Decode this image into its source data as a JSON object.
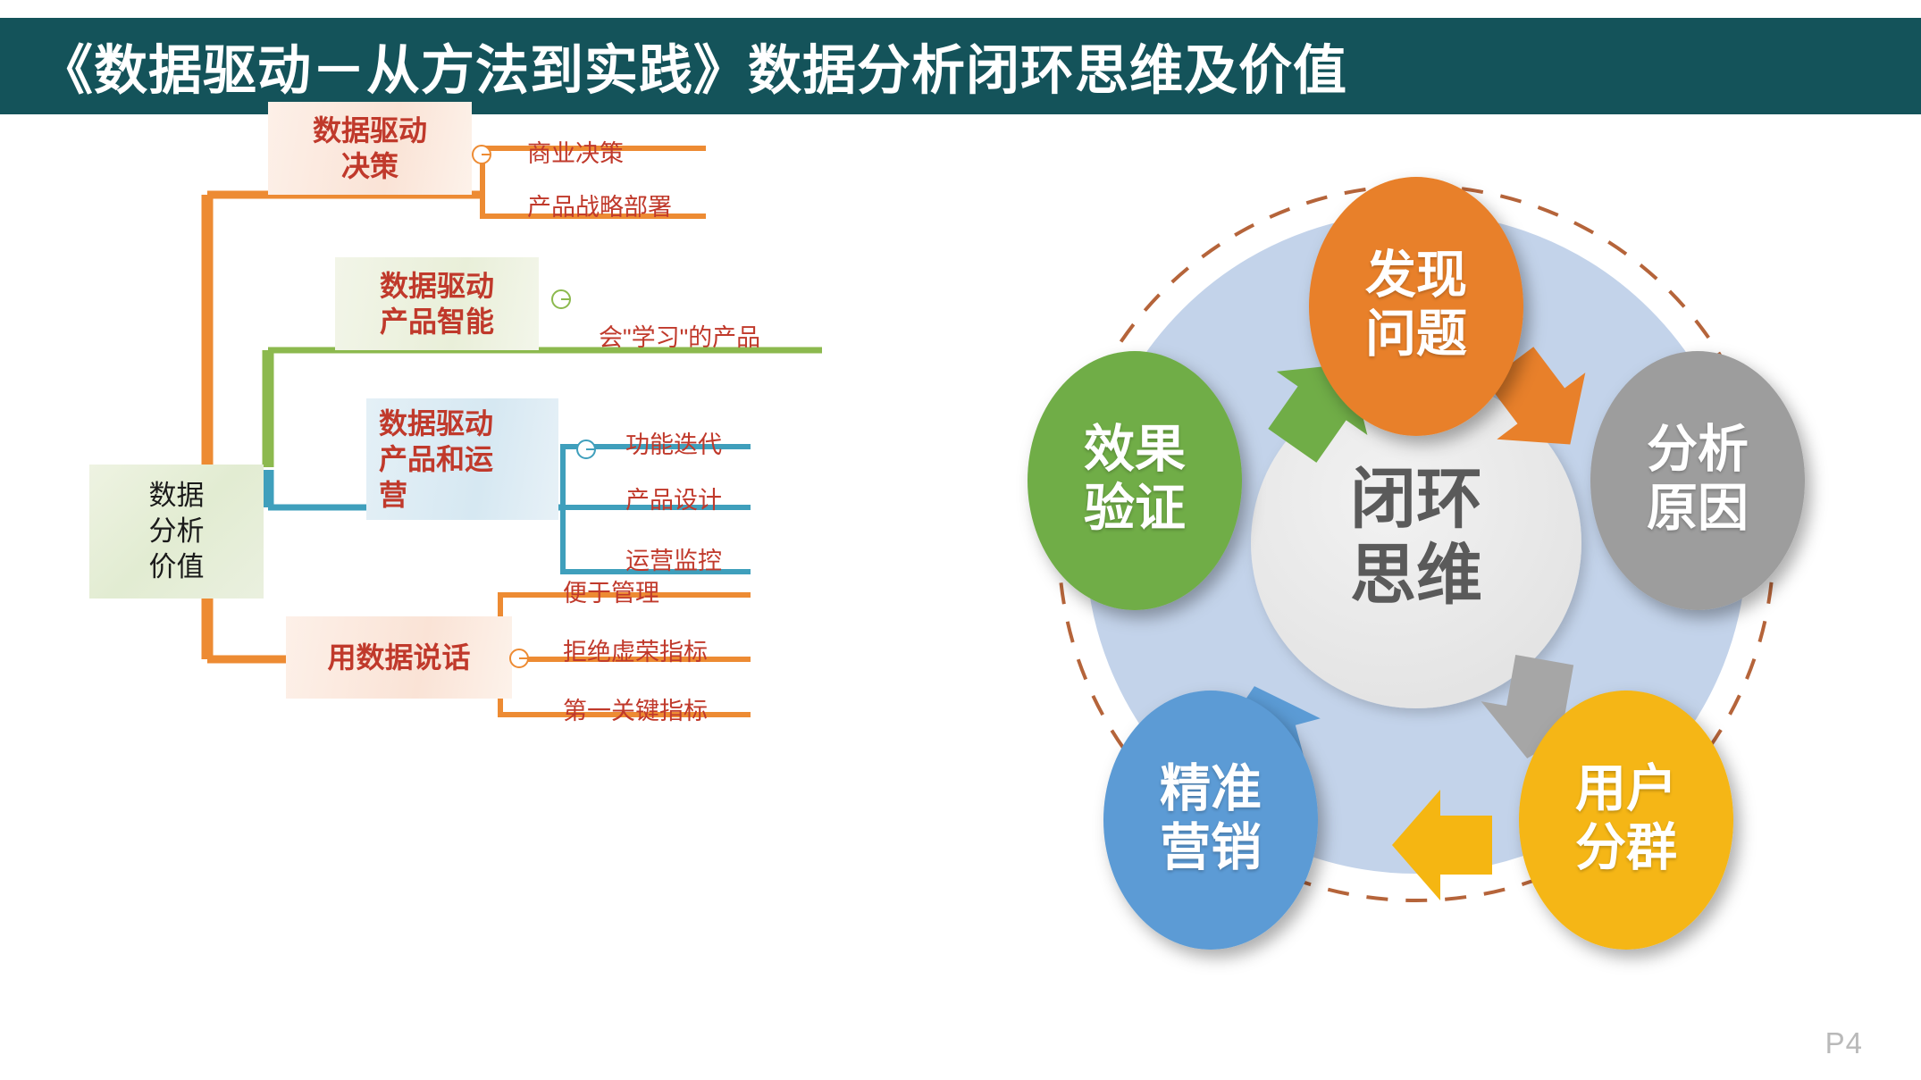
{
  "slide": {
    "title": "《数据驱动－从方法到实践》数据分析闭环思维及价值",
    "title_bar_color": "#14535a",
    "page_number": "P4"
  },
  "mindmap": {
    "root": {
      "label": "数据\n分析\n价值"
    },
    "toggle_icon": "collapse-minus-icon",
    "branches": [
      {
        "label": "数据驱动\n决策",
        "color": "#ed8b33",
        "leaves": [
          "商业决策",
          "产品战略部署"
        ]
      },
      {
        "label": "数据驱动\n产品智能",
        "color": "#8cb94e",
        "leaves": [
          "会\"学习\"的产品"
        ]
      },
      {
        "label": "数据驱动\n产品和运\n营",
        "color": "#3f9fbc",
        "leaves": [
          "功能迭代",
          "产品设计",
          "运营监控"
        ]
      },
      {
        "label": "用数据说话",
        "color": "#ed8b33",
        "leaves": [
          "便于管理",
          "拒绝虚荣指标",
          "第一关键指标"
        ]
      }
    ]
  },
  "cycle": {
    "center": {
      "label": "闭环\n思维",
      "fill": "#e9e9e9",
      "text_color": "#5a5a5a"
    },
    "ring_color": "#c3d3ea",
    "dashed_circle_color": "#b5643a",
    "nodes": [
      {
        "label": "发现\n问题",
        "fill": "#e8802a",
        "position": "top"
      },
      {
        "label": "分析\n原因",
        "fill": "#9d9d9d",
        "position": "right"
      },
      {
        "label": "用户\n分群",
        "fill": "#f5b612",
        "position": "bottom-right"
      },
      {
        "label": "精准\n营销",
        "fill": "#5b9bd5",
        "position": "bottom-left"
      },
      {
        "label": "效果\n验证",
        "fill": "#70ad47",
        "position": "left"
      }
    ],
    "arrows": [
      {
        "name": "orange-arrow-top-right",
        "fill": "#e8802a"
      },
      {
        "name": "gray-arrow-right-bottom",
        "fill": "#a6a6a6"
      },
      {
        "name": "yellow-arrow-bottom",
        "fill": "#f5b612"
      },
      {
        "name": "blue-arrow-bottom-left",
        "fill": "#5b9bd5"
      },
      {
        "name": "green-arrow-left-top",
        "fill": "#70ad47"
      }
    ]
  }
}
